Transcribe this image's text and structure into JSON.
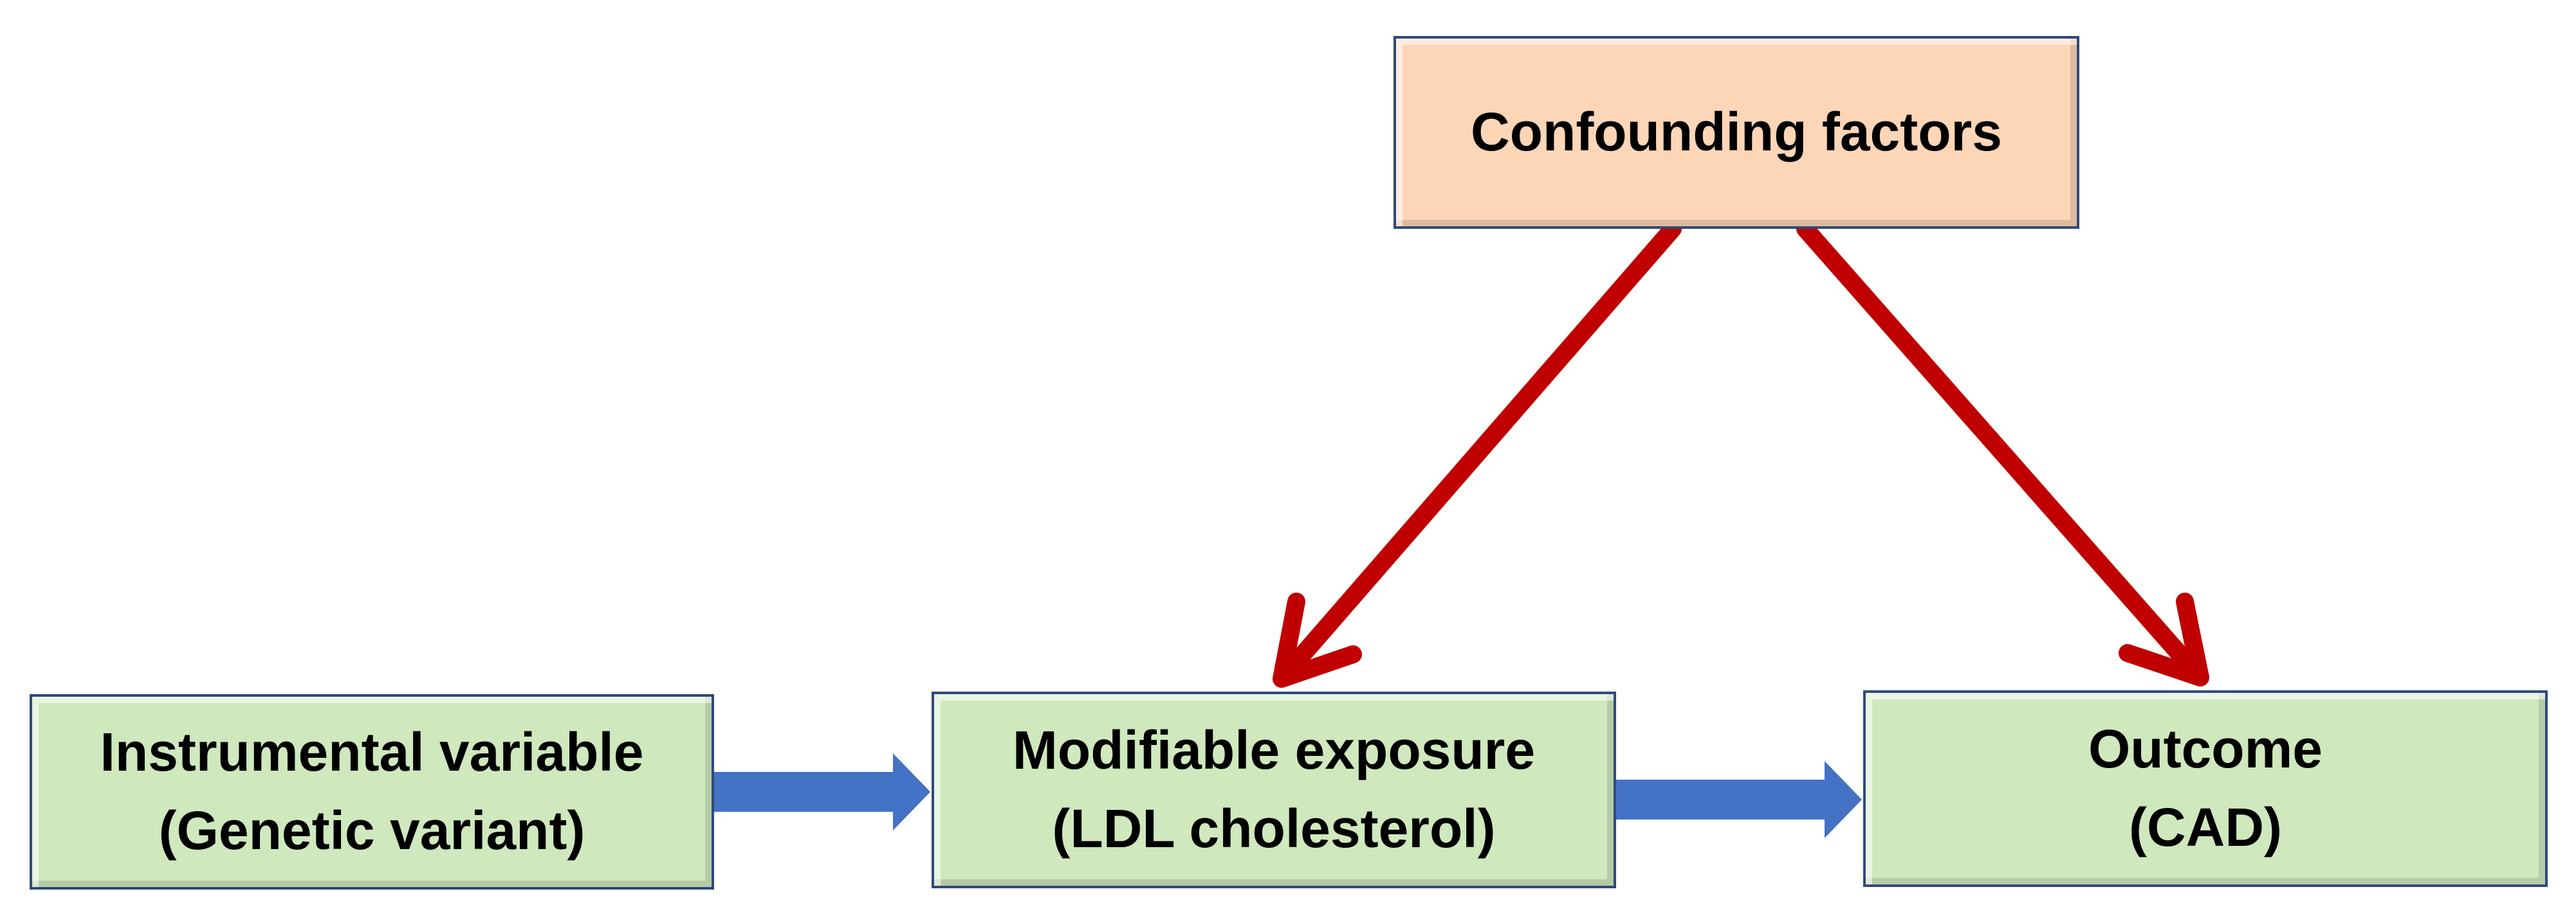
{
  "diagram": {
    "confounding": {
      "label": "Confounding factors"
    },
    "instrument": {
      "line1": "Instrumental variable",
      "line2": "(Genetic variant)"
    },
    "exposure": {
      "line1": "Modifiable exposure",
      "line2": "(LDL cholesterol)"
    },
    "outcome": {
      "line1": "Outcome",
      "line2": "(CAD)"
    }
  },
  "colors": {
    "node_green": "#cfe8bd",
    "node_peach": "#fdd5b7",
    "node_border": "#2f4a7a",
    "arrow_blue": "#4472c4",
    "arrow_red": "#c00000"
  }
}
